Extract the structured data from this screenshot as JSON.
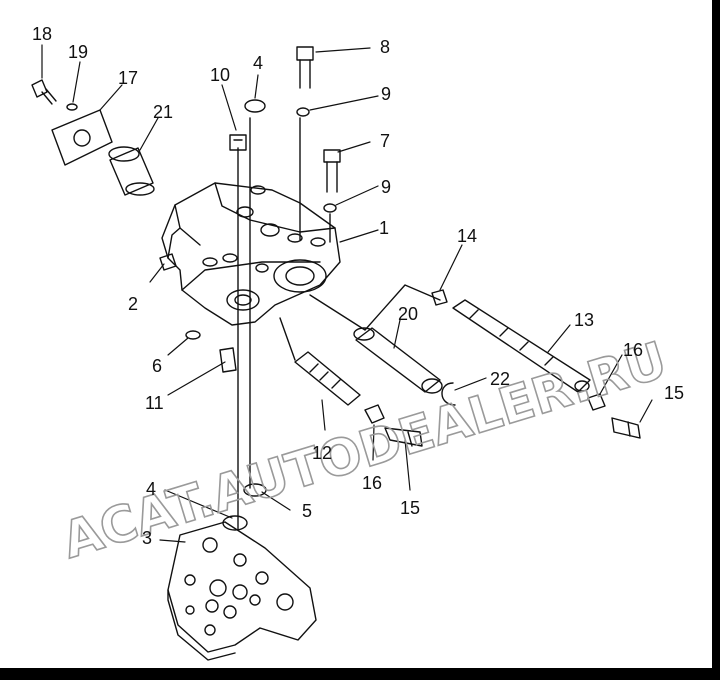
{
  "watermark": "ACAT.AUTODEALER.RU",
  "parts": {
    "p1": "1",
    "p2": "2",
    "p3": "3",
    "p4a": "4",
    "p4b": "4",
    "p5": "5",
    "p6": "6",
    "p7": "7",
    "p8": "8",
    "p9a": "9",
    "p9b": "9",
    "p10": "10",
    "p11": "11",
    "p12": "12",
    "p13": "13",
    "p14": "14",
    "p15a": "15",
    "p15b": "15",
    "p16a": "16",
    "p16b": "16",
    "p17": "17",
    "p18": "18",
    "p19": "19",
    "p20": "20",
    "p21": "21",
    "p22": "22"
  },
  "colors": {
    "ink": "#111111",
    "watermark": "#9a9a9a",
    "frame": "#000000"
  }
}
